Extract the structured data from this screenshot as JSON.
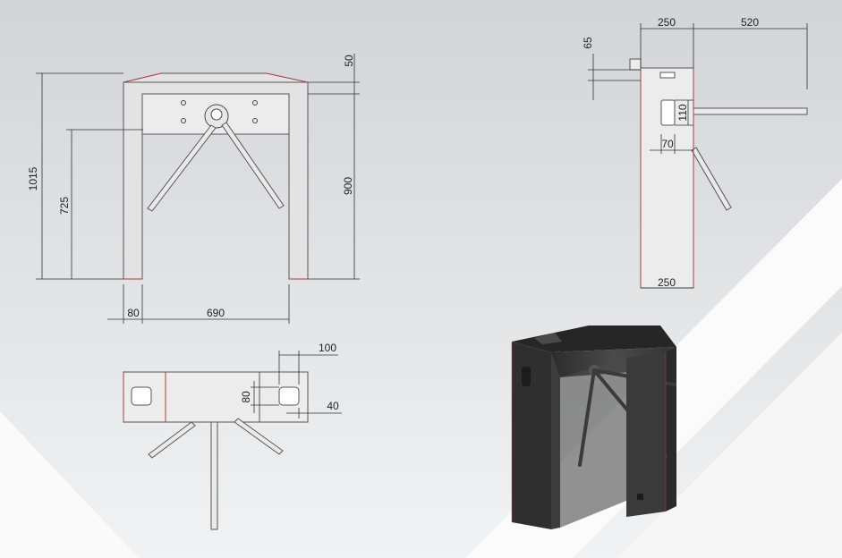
{
  "colors": {
    "background_top": "#d2d4d8",
    "background_bottom": "#f1f2f3",
    "accent_band": "#ffffff",
    "line": "#333333",
    "highlight": "#c23b3b",
    "render_dark": "#3b3b3b"
  },
  "front_view": {
    "height_total": "1015",
    "height_arm": "725",
    "height_body": "900",
    "top_thickness": "50",
    "post_width": "80",
    "inner_width": "690"
  },
  "side_view": {
    "top_offset": "65",
    "depth_top": "250",
    "arm_length": "520",
    "reader_height": "110",
    "reader_offset": "70",
    "depth_bottom": "250"
  },
  "top_view": {
    "dim_width": "100",
    "dim_height": "80",
    "dim_offset": "40"
  }
}
